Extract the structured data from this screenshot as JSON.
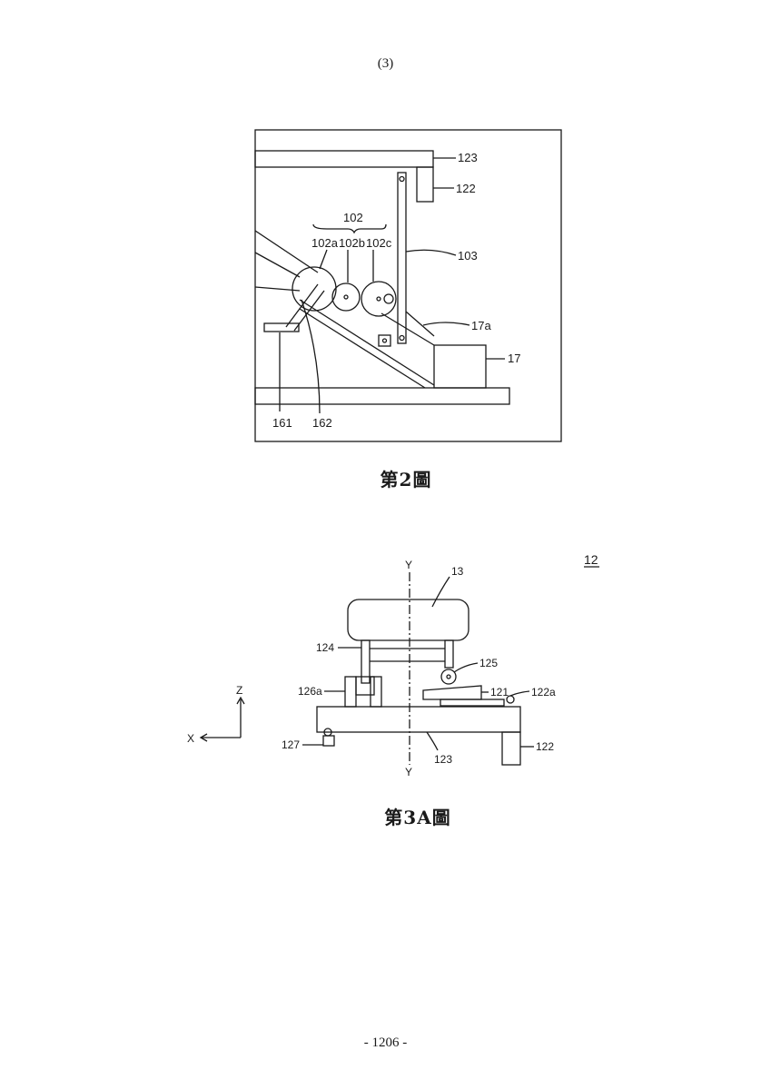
{
  "page": {
    "number": "(3)",
    "footer": "- 1206 -"
  },
  "figure2": {
    "caption": "第2圖",
    "labels": {
      "l102": "102",
      "l102a": "102a",
      "l102b": "102b",
      "l102c": "102c",
      "l103": "103",
      "l123": "123",
      "l122": "122",
      "l17a": "17a",
      "l17": "17",
      "l161": "161",
      "l162": "162"
    }
  },
  "figure3a": {
    "caption": "第3A圖",
    "ref": "12",
    "axes": {
      "y_top": "Y",
      "y_bottom": "Y",
      "z": "Z",
      "x": "X"
    },
    "labels": {
      "l13": "13",
      "l124": "124",
      "l125": "125",
      "l126a": "126a",
      "l121": "121",
      "l122a": "122a",
      "l127": "127",
      "l123": "123",
      "l122": "122"
    }
  }
}
